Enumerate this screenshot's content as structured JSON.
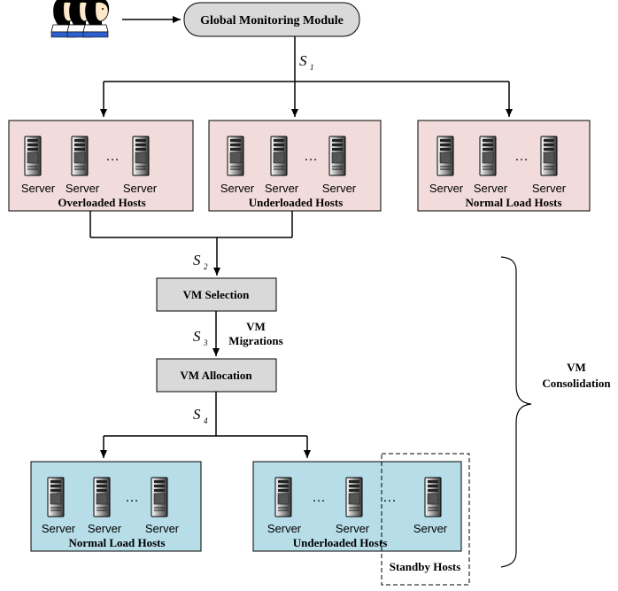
{
  "title": "Global Monitoring Module",
  "stages": {
    "s1": {
      "letter": "S",
      "sub": "1"
    },
    "s2": {
      "letter": "S",
      "sub": "2"
    },
    "s3": {
      "letter": "S",
      "sub": "3"
    },
    "s4": {
      "letter": "S",
      "sub": "4"
    }
  },
  "top_groups": [
    {
      "label": "Overloaded Hosts",
      "servers": [
        "Server",
        "Server",
        "Server"
      ],
      "ellipsis": "…"
    },
    {
      "label": "Underloaded Hosts",
      "servers": [
        "Server",
        "Server",
        "Server"
      ],
      "ellipsis": "…"
    },
    {
      "label": "Normal Load Hosts",
      "servers": [
        "Server",
        "Server",
        "Server"
      ],
      "ellipsis": "…"
    }
  ],
  "vm_selection": "VM Selection",
  "vm_migrations": [
    "VM",
    "Migrations"
  ],
  "vm_allocation": "VM Allocation",
  "vm_consolidation": [
    "VM",
    "Consolidation"
  ],
  "bottom_groups": [
    {
      "label": "Normal Load Hosts",
      "servers": [
        "Server",
        "Server",
        "Server"
      ],
      "ellipsis": "…"
    },
    {
      "label": "Underloaded Hosts",
      "servers": [
        "Server",
        "Server",
        "Server"
      ],
      "ellipsis": "…"
    }
  ],
  "standby": {
    "label": "Standby Hosts"
  },
  "colors": {
    "pink_panel": "#f2dcdb",
    "blue_panel": "#b6dde8",
    "gray_box": "#d9d9d9",
    "line": "#000000"
  }
}
